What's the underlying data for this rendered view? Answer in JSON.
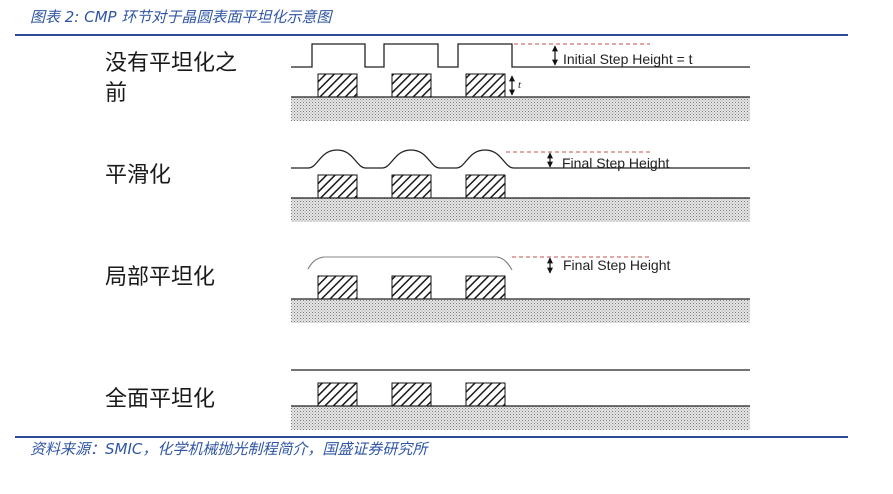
{
  "header": {
    "title": "图表 2: CMP 环节对于晶圆表面平坦化示意图"
  },
  "footer": {
    "source": "资料来源：SMIC，化学机械抛光制程简介，国盛证券研究所"
  },
  "rows": [
    {
      "label_lines": [
        "没有平坦化之",
        "前"
      ],
      "annotation": "Initial Step Height = t",
      "feature_height_label": "t"
    },
    {
      "label": "平滑化",
      "annotation": "Final Step Height"
    },
    {
      "label": "局部平坦化",
      "annotation": "Final Step Height"
    },
    {
      "label": "全面平坦化"
    }
  ],
  "colors": {
    "accent": "#2b4a9a",
    "reference_dash": "#c0504d"
  }
}
